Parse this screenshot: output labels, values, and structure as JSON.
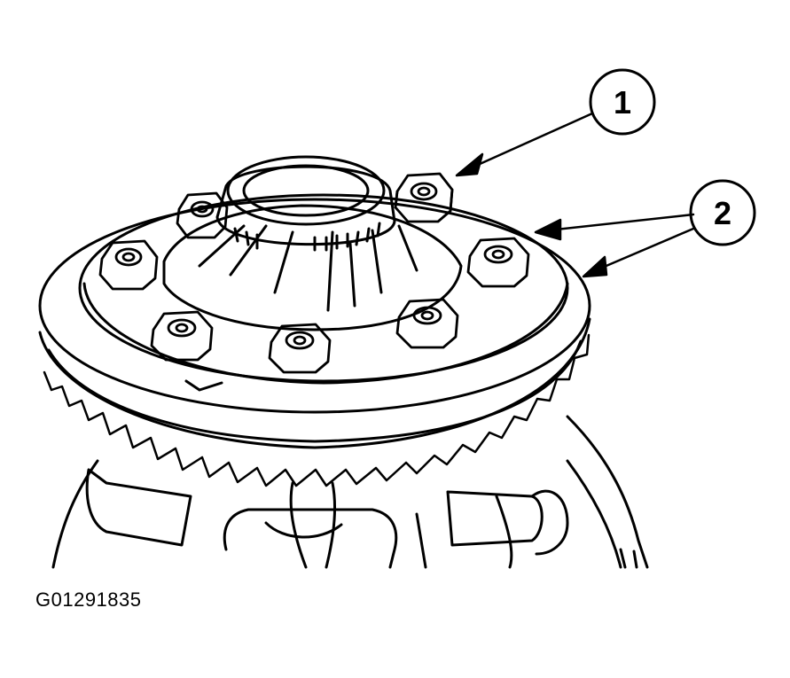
{
  "figure": {
    "id": "G01291835",
    "callouts": [
      {
        "number": "1"
      },
      {
        "number": "2"
      }
    ]
  },
  "colors": {
    "ink": "#000000",
    "paper": "#ffffff"
  }
}
